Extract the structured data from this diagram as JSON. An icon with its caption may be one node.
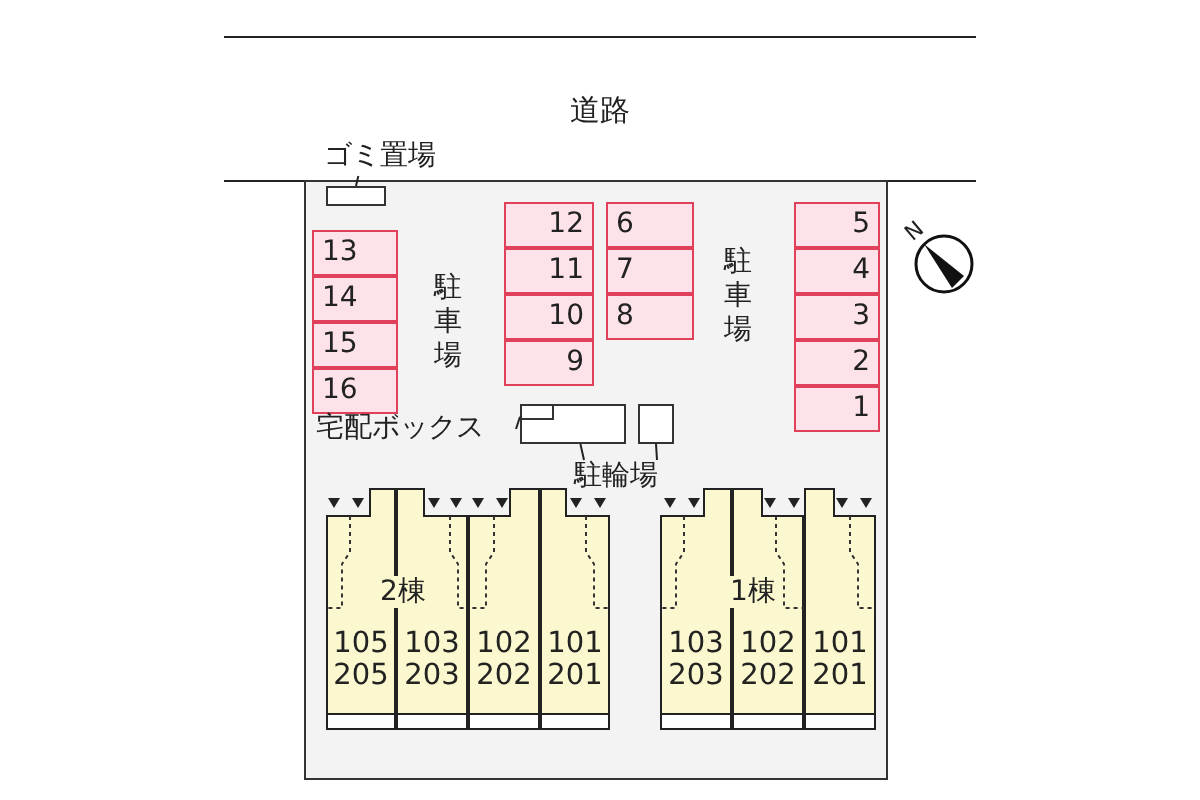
{
  "diagram": {
    "nodes": [
      {
        "text": [
          "道路"
        ]
      },
      {
        "text": [],
        "shape": "box"
      },
      {
        "text": [
          "ゴミ置場"
        ],
        "in": 0
      },
      {
        "text": [],
        "shape": "box",
        "in": 1
      },
      {
        "text": [
          "13"
        ],
        "in": 1
      },
      {
        "text": [
          "14"
        ],
        "in": 1
      },
      {
        "text": [
          "15"
        ],
        "in": 1
      },
      {
        "text": [
          "16"
        ],
        "in": 1
      },
      {
        "text": [
          "12"
        ],
        "in": 1
      },
      {
        "text": [
          "11"
        ],
        "in": 1
      },
      {
        "text": [
          "10"
        ],
        "in": 1
      },
      {
        "text": [
          "9"
        ],
        "in": 1
      },
      {
        "text": [
          "6"
        ],
        "in": 1
      },
      {
        "text": [
          "7"
        ],
        "in": 1
      },
      {
        "text": [
          "8"
        ],
        "in": 1
      },
      {
        "text": [
          "5"
        ],
        "in": 1
      },
      {
        "text": [
          "4"
        ],
        "in": 1
      },
      {
        "text": [
          "3"
        ],
        "in": 1
      },
      {
        "text": [
          "2"
        ],
        "in": 1
      },
      {
        "text": [
          "1"
        ],
        "in": 1
      },
      {
        "text": [
          "宅配ボックス"
        ],
        "in": 1
      },
      {
        "text": [],
        "shape": "box",
        "in": 1
      },
      {
        "text": [],
        "shape": "box",
        "in": 21
      },
      {
        "text": [],
        "shape": "box",
        "in": 1
      },
      {
        "text": [
          "駐輪場"
        ],
        "in": 1
      },
      {
        "text": [
          "105 205"
        ],
        "in": 1
      },
      {
        "text": [
          "103 203"
        ],
        "in": 1
      },
      {
        "text": [
          "102 202"
        ],
        "in": 1
      },
      {
        "text": [
          "101 201"
        ],
        "in": 1
      },
      {
        "text": [
          "103 203"
        ],
        "in": 1
      },
      {
        "text": [
          "102 202"
        ],
        "in": 1
      },
      {
        "text": [
          "101 201"
        ],
        "in": 1
      }
    ],
    "edges": [
      {
        "from": 2,
        "to": 3,
        "arrow": "none"
      },
      {
        "from": 20,
        "to": 22,
        "arrow": "none"
      },
      {
        "from": 24,
        "to": 21,
        "arrow": "none"
      },
      {
        "from": 24,
        "to": 23,
        "arrow": "none"
      }
    ],
    "labels": [
      "駐車場",
      "駐車場",
      "N",
      "2棟",
      "1棟"
    ]
  }
}
